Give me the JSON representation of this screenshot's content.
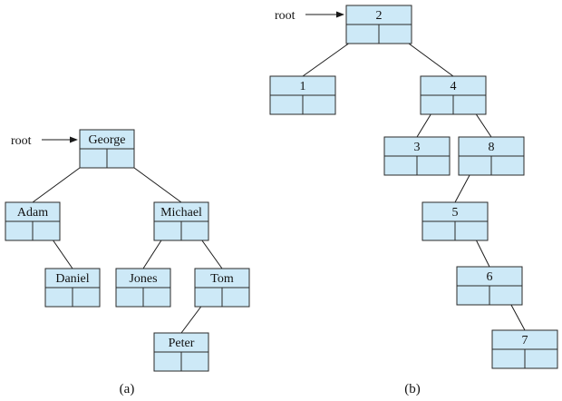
{
  "colors": {
    "node_fill": "#cde9f7",
    "stroke": "#2a2a2a"
  },
  "trees": [
    {
      "id": "a",
      "caption": "(a)",
      "root_label": "root",
      "root_node": "George",
      "nodes": [
        "George",
        "Adam",
        "Michael",
        "Daniel",
        "Jones",
        "Tom",
        "Peter"
      ],
      "edges": [
        [
          "George",
          "Adam"
        ],
        [
          "George",
          "Michael"
        ],
        [
          "Adam",
          "Daniel"
        ],
        [
          "Michael",
          "Jones"
        ],
        [
          "Michael",
          "Tom"
        ],
        [
          "Tom",
          "Peter"
        ]
      ]
    },
    {
      "id": "b",
      "caption": "(b)",
      "root_label": "root",
      "root_node": "2",
      "nodes": [
        "2",
        "1",
        "4",
        "3",
        "8",
        "5",
        "6",
        "7"
      ],
      "edges": [
        [
          "2",
          "1"
        ],
        [
          "2",
          "4"
        ],
        [
          "4",
          "3"
        ],
        [
          "4",
          "8"
        ],
        [
          "8",
          "5"
        ],
        [
          "5",
          "6"
        ],
        [
          "6",
          "7"
        ]
      ]
    }
  ]
}
